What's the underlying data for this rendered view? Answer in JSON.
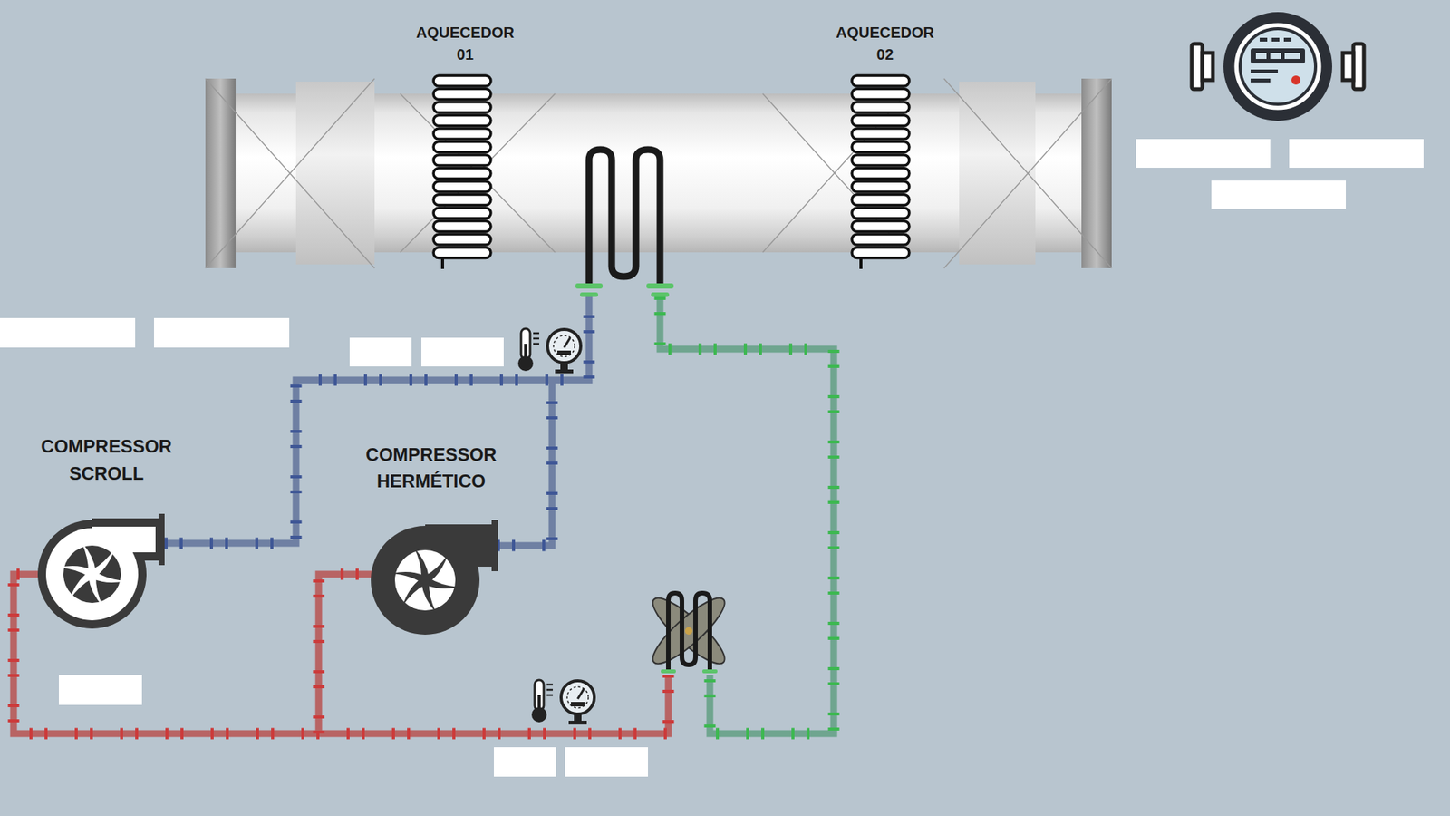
{
  "diagram": {
    "nodes": [
      {
        "text": [
          "AQUECEDOR 01"
        ]
      },
      {
        "text": [
          "AQUECEDOR 02"
        ]
      },
      {
        "text": [
          "COMPRESSOR SCROLL"
        ]
      },
      {
        "text": [
          "COMPRESSOR HERMÉTICO"
        ]
      }
    ]
  }
}
